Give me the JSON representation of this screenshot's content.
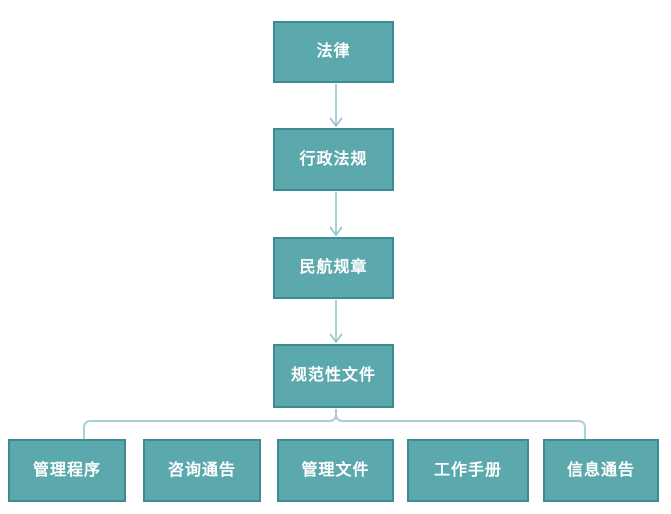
{
  "diagram": {
    "type": "flowchart",
    "colors": {
      "node_fill": "#5BA8AD",
      "node_border": "#3D8C93",
      "connector": "#A6D1D6",
      "text": "#FFFFFF",
      "background": "#FFFFFF"
    },
    "chain": [
      {
        "label": "法律"
      },
      {
        "label": "行政法规"
      },
      {
        "label": "民航规章"
      },
      {
        "label": "规范性文件"
      }
    ],
    "children": [
      {
        "label": "管理程序"
      },
      {
        "label": "咨询通告"
      },
      {
        "label": "管理文件"
      },
      {
        "label": "工作手册"
      },
      {
        "label": "信息通告"
      }
    ]
  }
}
